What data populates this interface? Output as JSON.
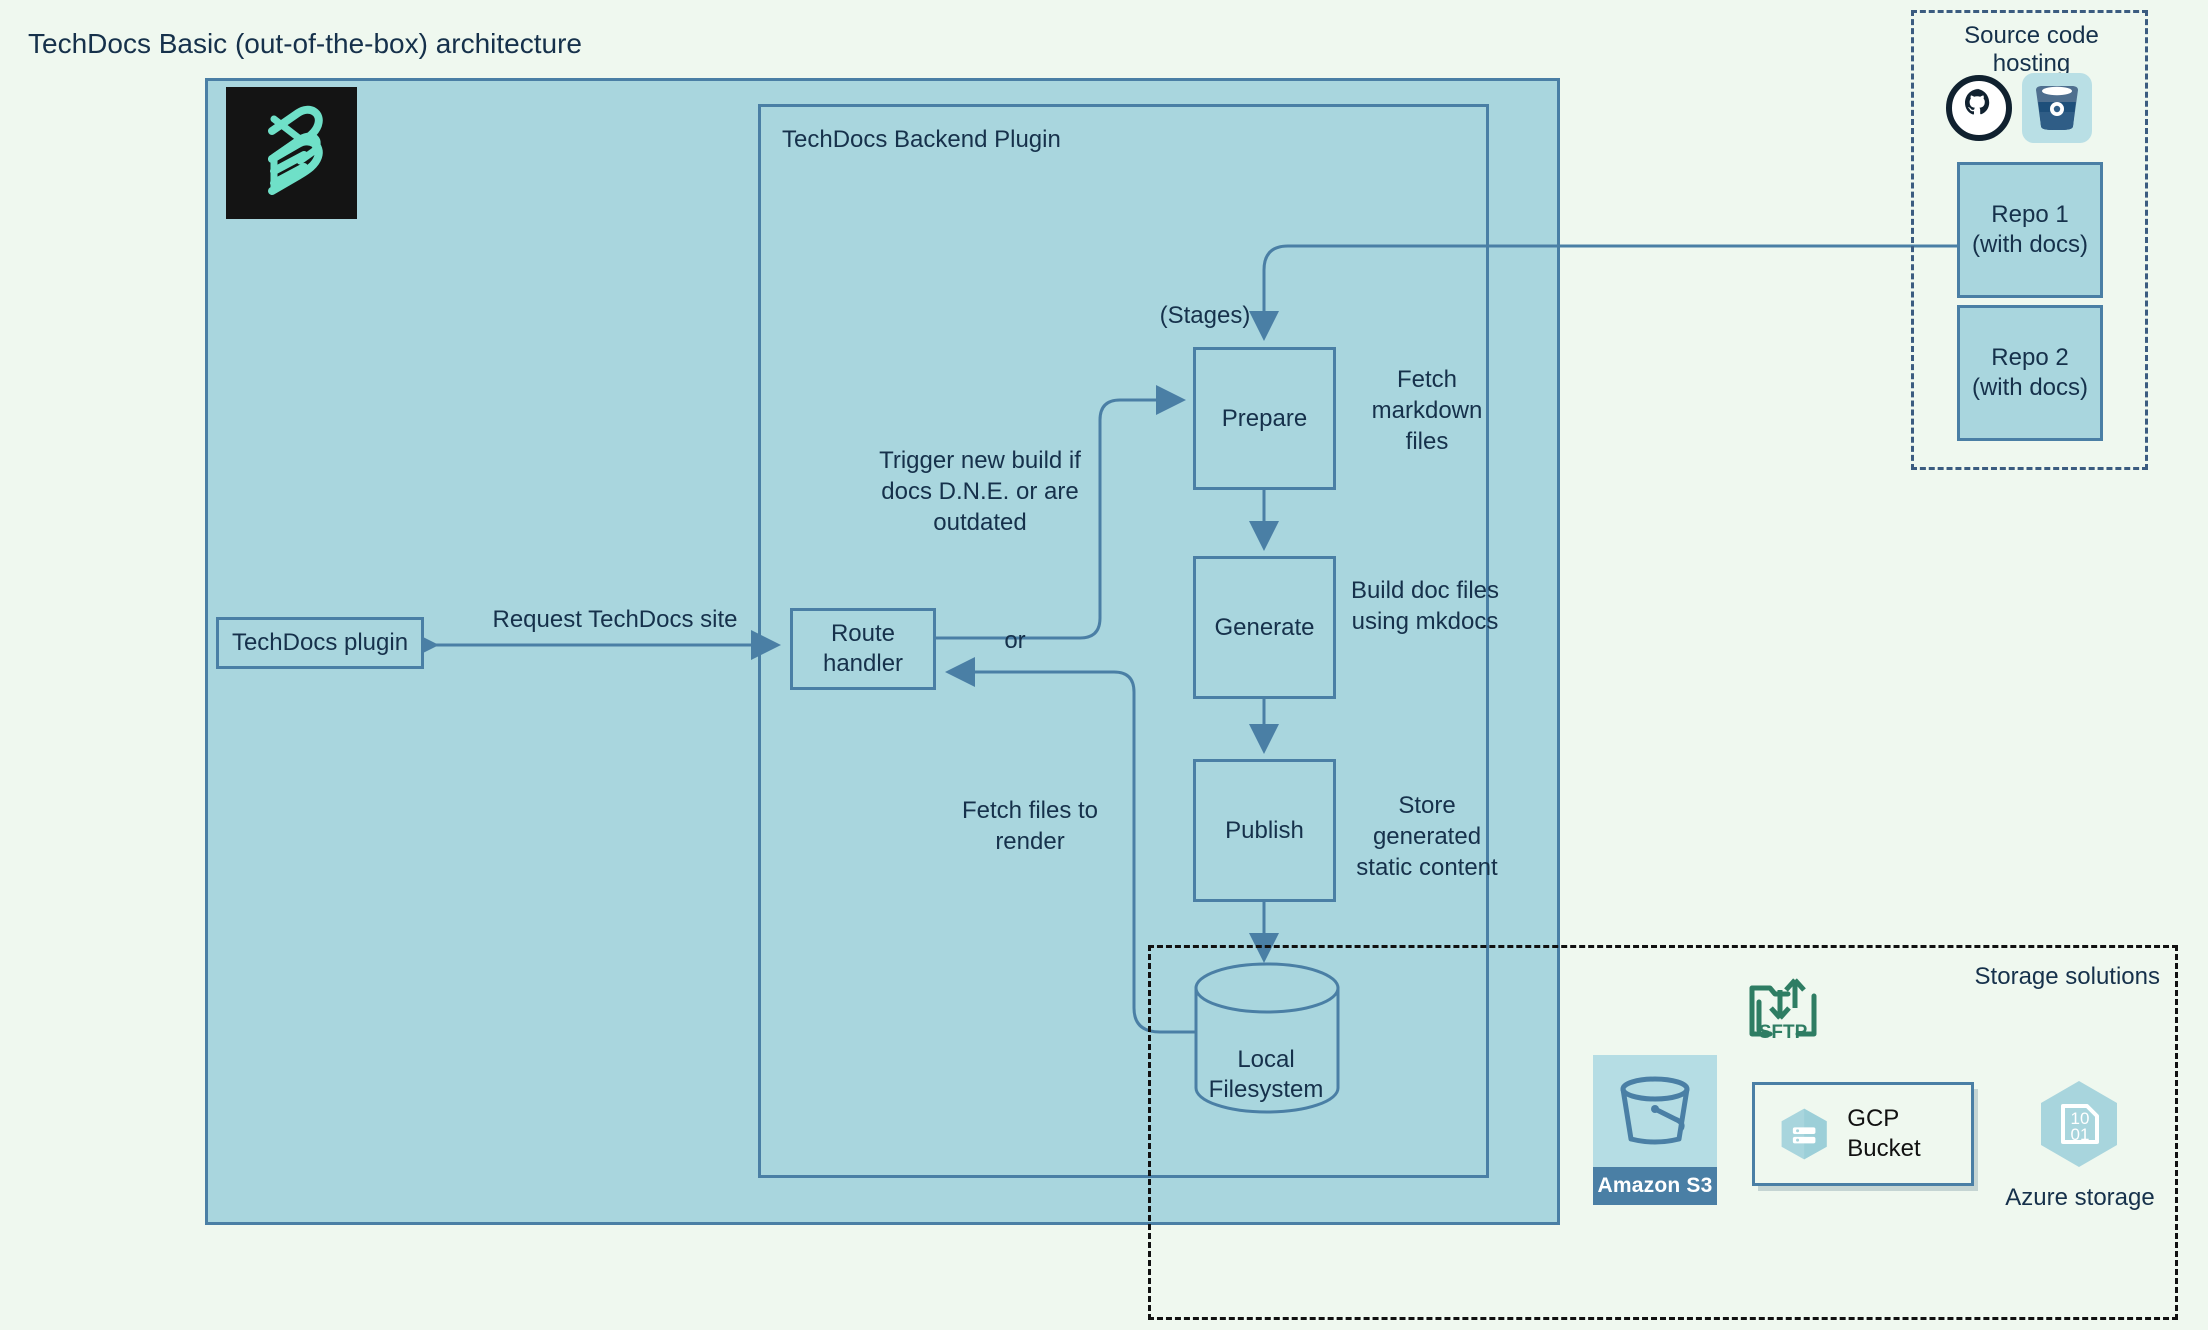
{
  "page": {
    "title": "TechDocs Basic (out-of-the-box) architecture",
    "background_color": "#eff8ef",
    "node_fill": "#a9d6de",
    "node_stroke": "#4a7fa5",
    "text_color": "#16314b"
  },
  "backstage": {
    "logo_name": "backstage-logo"
  },
  "backend": {
    "label": "TechDocs Backend Plugin",
    "stages_label": "(Stages)",
    "stages": [
      {
        "name": "Prepare",
        "description": "Fetch markdown files"
      },
      {
        "name": "Generate",
        "description": "Build doc files using mkdocs"
      },
      {
        "name": "Publish",
        "description": "Store generated static content"
      }
    ]
  },
  "frontend": {
    "plugin_label": "TechDocs plugin",
    "route_handler_label": "Route handler",
    "request_label": "Request TechDocs site",
    "trigger_label": "Trigger new build if docs D.N.E. or are outdated",
    "or_label": "or",
    "fetch_render_label": "Fetch files to render"
  },
  "local_storage": {
    "label": "Local Filesystem"
  },
  "source_code_hosting": {
    "title": "Source code hosting",
    "icons": [
      {
        "name": "github-icon",
        "label": "GitHub"
      },
      {
        "name": "bitbucket-icon",
        "label": "Bitbucket"
      }
    ],
    "repos": [
      {
        "line1": "Repo 1",
        "line2": "(with docs)"
      },
      {
        "line2_full": "Repo 2 (with docs)",
        "line1": "Repo 2",
        "line2": "(with docs)"
      }
    ]
  },
  "storage_solutions": {
    "title": "Storage solutions",
    "items": [
      {
        "name": "amazon-s3",
        "label": "Amazon S3",
        "icon": "bucket-icon"
      },
      {
        "name": "sftp",
        "label": "SFTP",
        "icon": "sftp-folder-icon"
      },
      {
        "name": "gcp-bucket",
        "label": "GCP Bucket",
        "icon": "gcp-hexagon-icon"
      },
      {
        "name": "azure-storage",
        "label": "Azure storage",
        "icon": "azure-hexagon-icon",
        "icon_text": "10 01"
      }
    ]
  }
}
